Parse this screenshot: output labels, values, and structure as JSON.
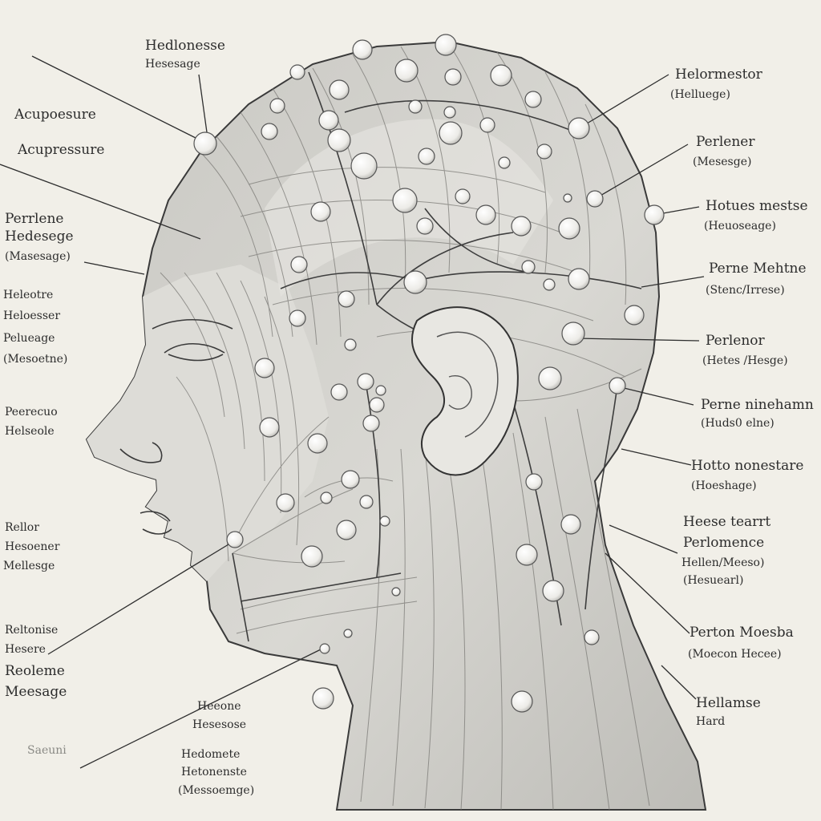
{
  "labels": {
    "top_left_1": "Hedlonesse",
    "top_left_2": "Hesesage",
    "acu_1": "Acupoesure",
    "acu_2": "Acupressure",
    "left_a1": "Perrlene",
    "left_a2": "Hedesege",
    "left_a3": "(Masesage)",
    "left_b1": "Heleotre",
    "left_b2": "Heloesser",
    "left_c1": "Pelueage",
    "left_c2": "(Mesoetne)",
    "left_d1": "Peerecuo",
    "left_d2": "Helseole",
    "left_e1": "Rellor",
    "left_e2": "Hesoener",
    "left_e3": "Mellesge",
    "left_f1": "Reltonise",
    "left_f2": "Hesere",
    "left_g1": "Reoleme",
    "left_g2": "Meesage",
    "left_h": "Saeuni",
    "mid_a1": "Heeone",
    "mid_a2": "Hesesose",
    "mid_b1": "Hedomete",
    "mid_b2": "Hetonenste",
    "mid_b3": "(Messoemge)",
    "r1a": "Helormestor",
    "r1b": "(Helluege)",
    "r2a": "Perlener",
    "r2b": "(Mesesge)",
    "r3a": "Hotues mestse",
    "r3b": "(Heuoseage)",
    "r4a": "Perne Mehtne",
    "r4b": "(Stenc/Irrese)",
    "r5a": "Perlenor",
    "r5b": "(Hetes /Hesge)",
    "r6a": "Perne ninehamn",
    "r6b": "(Huds0 elne)",
    "r7a": "Hotto nonestare",
    "r7b": "(Hoeshage)",
    "r8a": "Heese tearrt",
    "r8b": "Perlomence",
    "r8c": "Hellen/Meeso)",
    "r8d": "(Hesuearl)",
    "r9a": "Perton Moesba",
    "r9b": "(Moecon Hecee)",
    "r10a": "Hellamse",
    "r10b": "Hard"
  },
  "colors": {
    "background": "#f1efe8",
    "ink": "#2c2c2c",
    "head_fill": "#d4d3cf",
    "point_fill": "#fafaf8"
  }
}
